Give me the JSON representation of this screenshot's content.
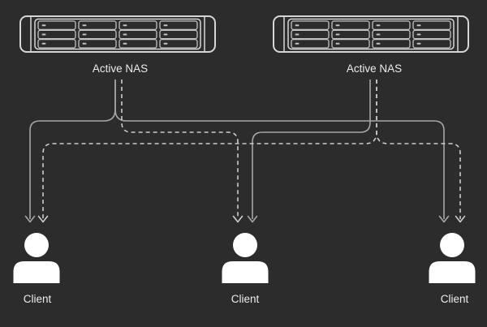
{
  "diagram": {
    "type": "network-topology",
    "colors": {
      "background": "#2c2c2c",
      "solid_line": "#a6a6a6",
      "dashed_line": "#cccccc",
      "device_outline": "#d6d6d6",
      "icon_fill": "#ffffff",
      "text": "#ececec"
    },
    "nas_nodes": [
      {
        "id": "nas1",
        "label": "Active NAS"
      },
      {
        "id": "nas2",
        "label": "Active NAS"
      }
    ],
    "client_nodes": [
      {
        "id": "client1",
        "label": "Client"
      },
      {
        "id": "client2",
        "label": "Client"
      },
      {
        "id": "client3",
        "label": "Client"
      }
    ],
    "edges": [
      {
        "from": "nas1",
        "to": "client1",
        "style": "solid"
      },
      {
        "from": "nas1",
        "to": "client3",
        "style": "solid"
      },
      {
        "from": "nas1",
        "to": "client2",
        "style": "dashed"
      },
      {
        "from": "nas2",
        "to": "client2",
        "style": "solid"
      },
      {
        "from": "nas2",
        "to": "client1",
        "style": "dashed"
      },
      {
        "from": "nas2",
        "to": "client3",
        "style": "dashed"
      }
    ]
  }
}
